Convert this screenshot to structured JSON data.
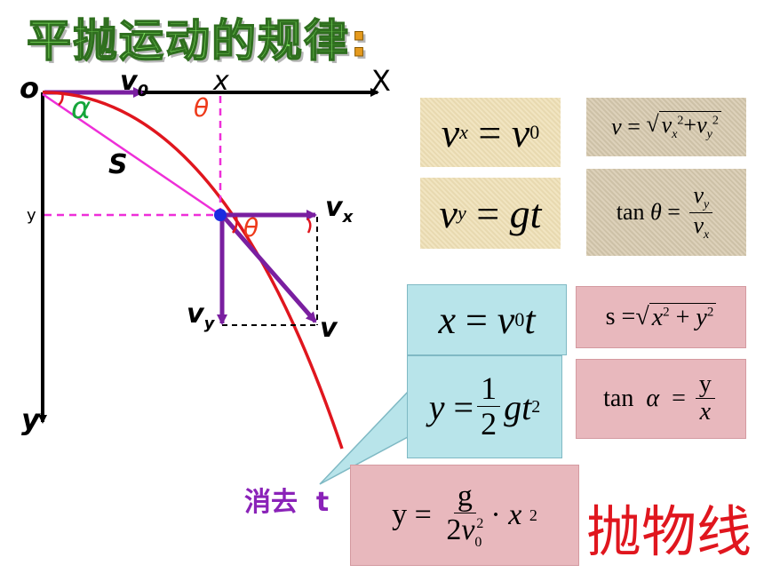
{
  "title": {
    "text": "平抛运动的规律",
    "colon": ":"
  },
  "diagram": {
    "origin": "o",
    "v0": "v0",
    "x_upper": "x",
    "x_axis": "X",
    "y_axis": "y",
    "y_mark": "y",
    "alpha": "α",
    "theta": "θ",
    "s": "S",
    "vx": "vx",
    "vy": "vy",
    "v": "v"
  },
  "formulas": {
    "vx_eq": "v_x = v_0",
    "v_mag": "v = √(v_x² + v_y²)",
    "vy_eq": "v_y = gt",
    "tan_theta": "tan θ = v_y / v_x",
    "x_eq": "x = v_0 t",
    "s_mag": "s = √(x² + y²)",
    "y_eq": "y = ½ g t²",
    "tan_alpha": "tan α = y / x",
    "trajectory": "y = g / (2 v_0²) · x²"
  },
  "callout": {
    "eliminate": "消去",
    "t": "t"
  },
  "result": "抛物线",
  "colors": {
    "curve": "#e0161e",
    "vector": "#7a1fa0",
    "dash": "#ee2fd8",
    "blue_dot": "#1a2ae0"
  }
}
